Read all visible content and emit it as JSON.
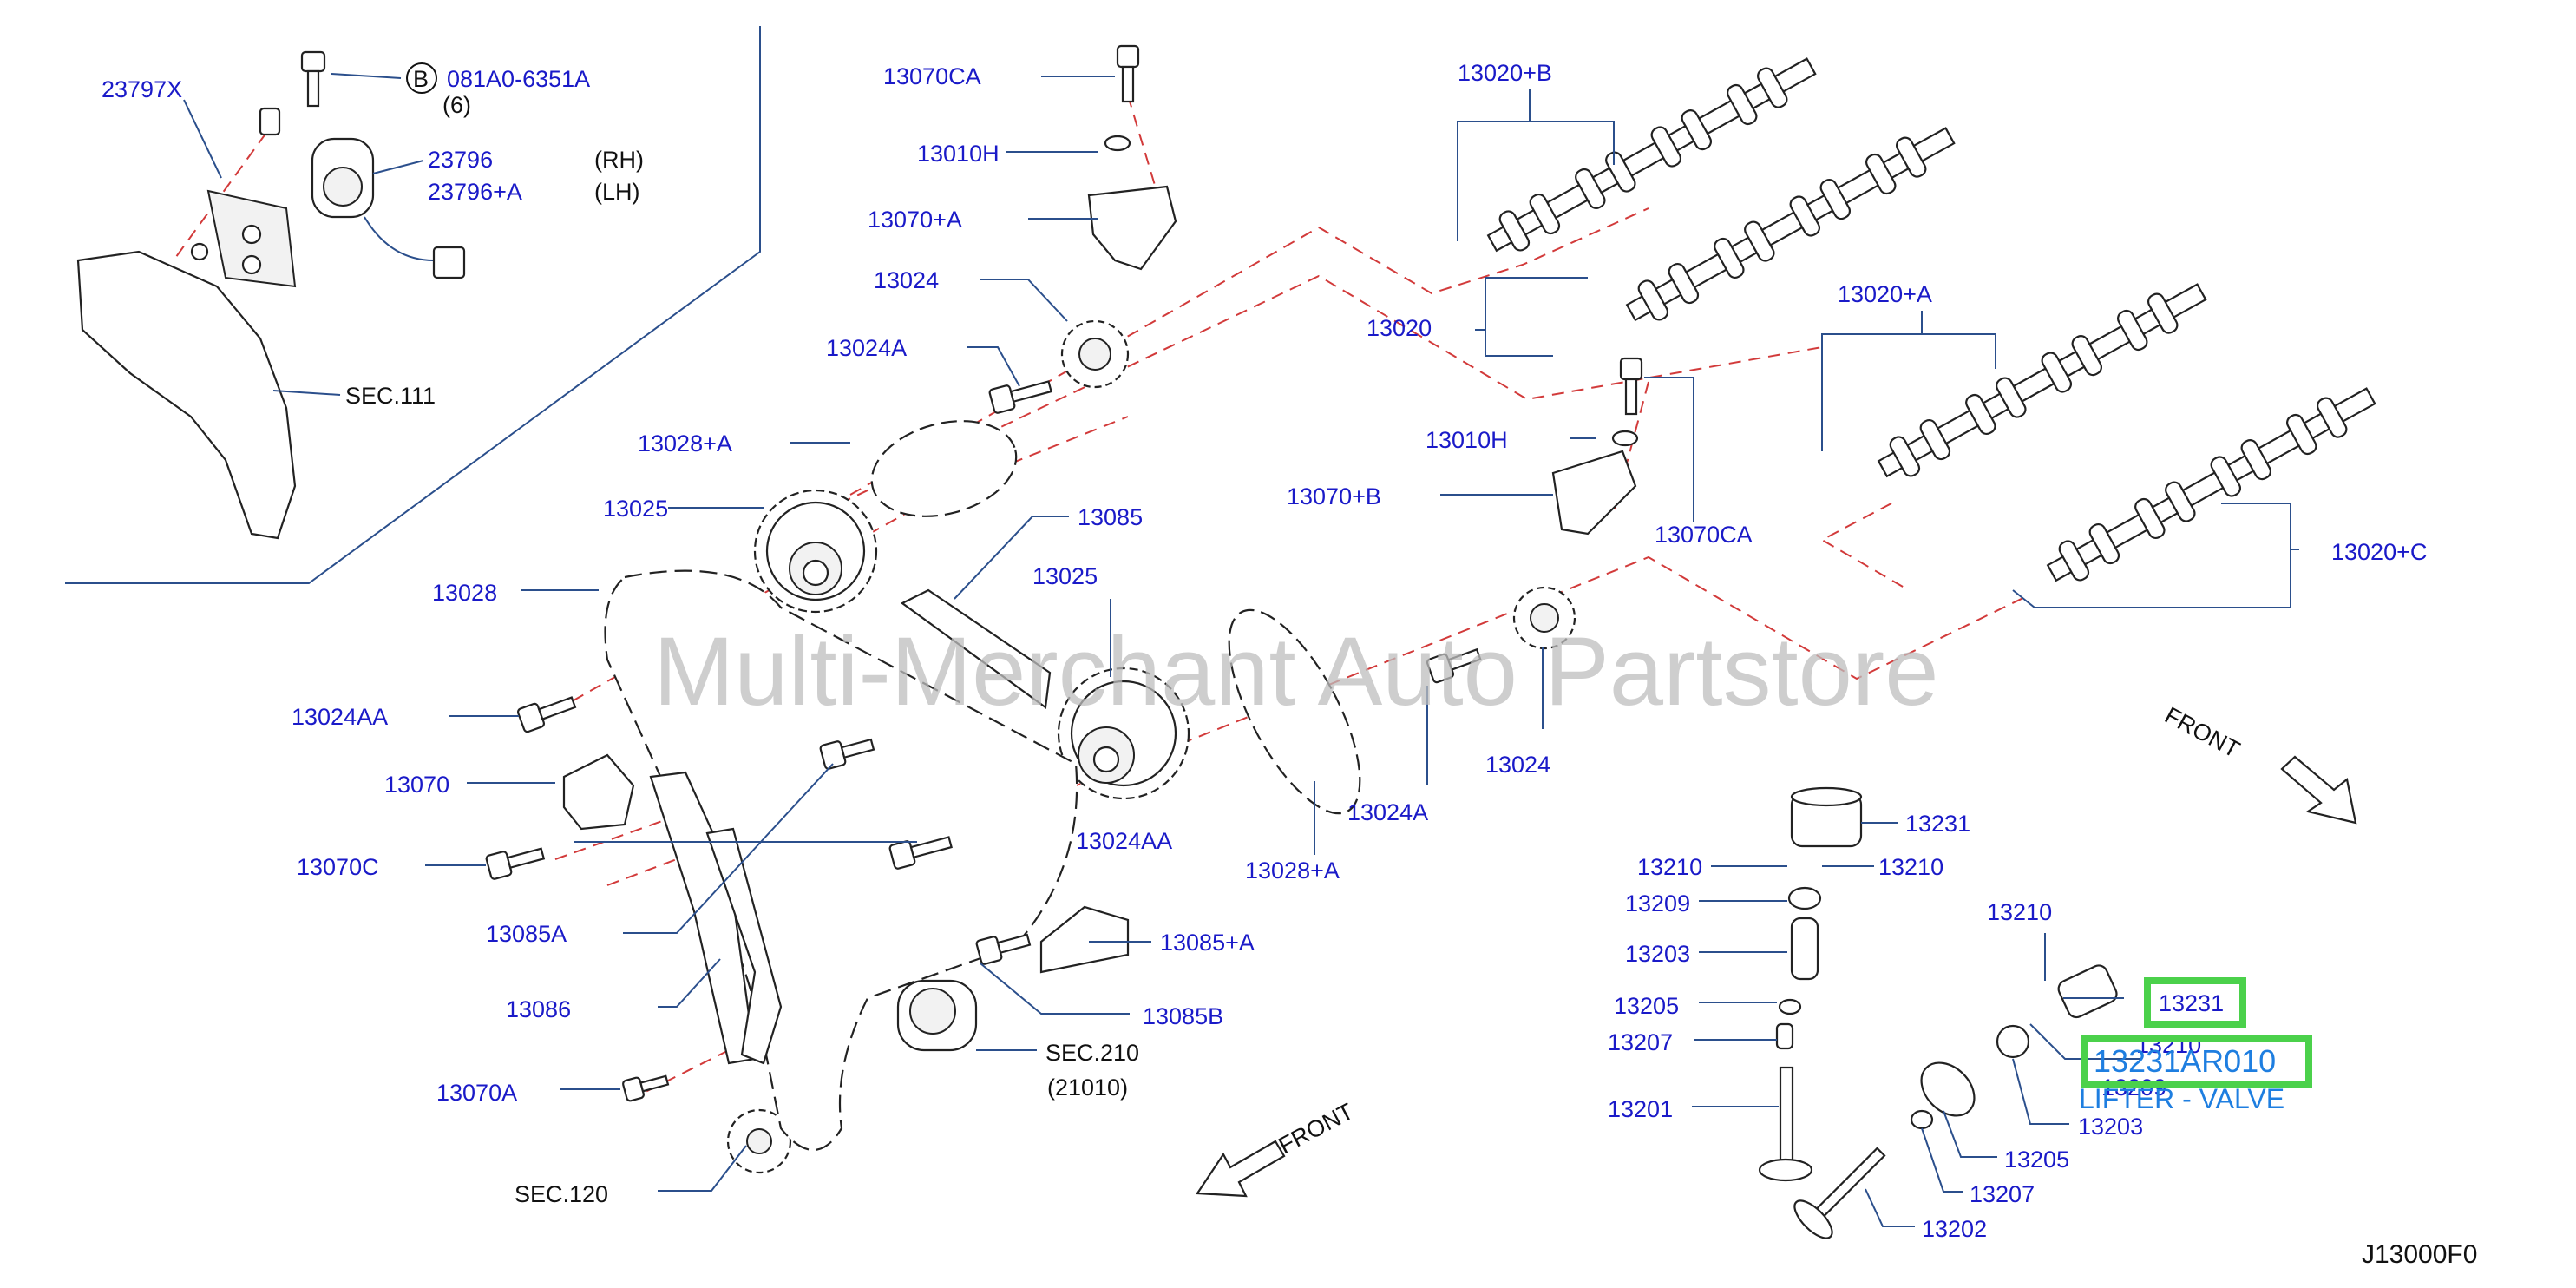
{
  "watermark": "Multi-Merchant Auto Partstore",
  "diagram_code": "J13000F0",
  "front_label": "FRONT",
  "bolt_ref": {
    "badge": "B",
    "part": "081A0-6351A",
    "qty": "(6)"
  },
  "side": {
    "rh": "(RH)",
    "lh": "(LH)"
  },
  "sec_refs": {
    "sec111": "SEC.111",
    "sec210": "SEC.210",
    "sec210_sub": "(21010)",
    "sec120": "SEC.120"
  },
  "highlight": {
    "part_number": "13231AR010",
    "description": "LIFTER - VALVE",
    "callout": "13231"
  },
  "labels": {
    "p23797x": "23797X",
    "p23796": "23796",
    "p23796a": "23796+A",
    "p13070ca_top": "13070CA",
    "p13010h_top": "13010H",
    "p13070a_plus": "13070+A",
    "p13024_top": "13024",
    "p13024a_top": "13024A",
    "p13028a_top": "13028+A",
    "p13025_left": "13025",
    "p13085": "13085",
    "p13028": "13028",
    "p13025_mid": "13025",
    "p13024aa_left": "13024AA",
    "p13070": "13070",
    "p13070c": "13070C",
    "p13085a": "13085A",
    "p13086": "13086",
    "p13070a": "13070A",
    "p13024aa_mid": "13024AA",
    "p13085_plus": "13085+A",
    "p13085b": "13085B",
    "p13020b": "13020+B",
    "p13020": "13020",
    "p13020a": "13020+A",
    "p13020c": "13020+C",
    "p13010h_mid": "13010H",
    "p13070b": "13070+B",
    "p13070ca_mid": "13070CA",
    "p13024a_mid": "13024A",
    "p13024_mid": "13024",
    "p13028a_bot": "13028+A",
    "v13231": "13231",
    "v13210_l": "13210",
    "v13210_r": "13210",
    "v13209": "13209",
    "v13203": "13203",
    "v13205": "13205",
    "v13207": "13207",
    "v13201": "13201",
    "v13210_top": "13210",
    "v13210_ov": "13210",
    "v13209_ov": "13209",
    "v13203_b": "13203",
    "v13205_b": "13205",
    "v13207_b": "13207",
    "v13202": "13202"
  }
}
